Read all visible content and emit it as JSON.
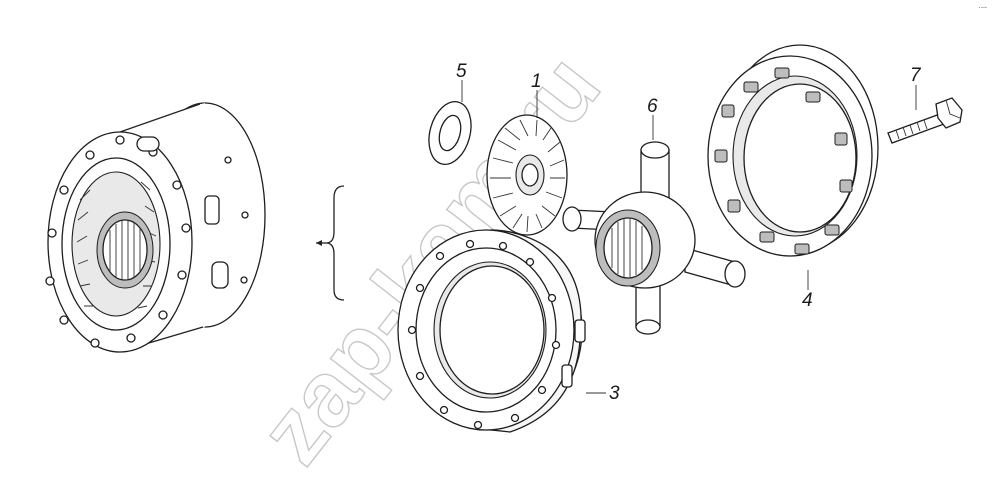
{
  "diagram": {
    "watermark": "zap-kam.ru",
    "corner_mark": "·--",
    "callouts": [
      {
        "id": "1",
        "label": "1"
      },
      {
        "id": "2",
        "label": "3"
      },
      {
        "id": "3",
        "label": "4"
      },
      {
        "id": "4",
        "label": "5"
      },
      {
        "id": "5",
        "label": "6"
      },
      {
        "id": "6",
        "label": "7"
      }
    ],
    "parts": [
      {
        "label": "1",
        "icon": "side-gear-icon"
      },
      {
        "label": "3",
        "icon": "differential-case-half-icon"
      },
      {
        "label": "4",
        "icon": "differential-case-cover-icon"
      },
      {
        "label": "5",
        "icon": "thrust-washer-icon"
      },
      {
        "label": "6",
        "icon": "spider-cross-icon"
      },
      {
        "label": "7",
        "icon": "bolt-icon"
      }
    ]
  }
}
